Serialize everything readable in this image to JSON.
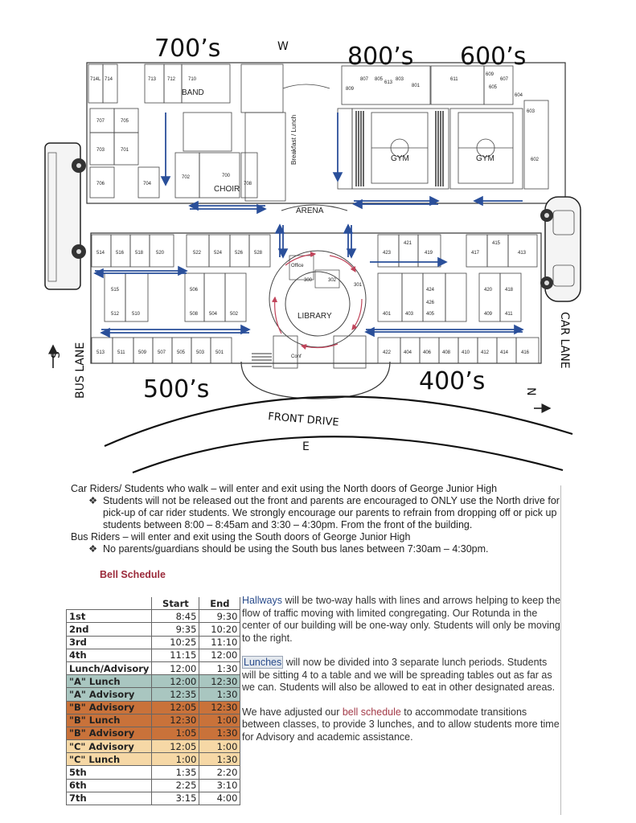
{
  "map": {
    "wing_labels": {
      "w700": "700’s",
      "w800": "800’s",
      "w600": "600’s",
      "w500": "500’s",
      "w400": "400’s"
    },
    "compass": {
      "west": "W",
      "east": "E",
      "south": "S",
      "north": "N"
    },
    "lanes": {
      "bus": "BUS LANE",
      "car": "CAR LANE",
      "front": "FRONT DRIVE"
    },
    "areas": {
      "band": "BAND",
      "choir": "CHOIR",
      "gym1": "GYM",
      "gym2": "GYM",
      "arena": "ARENA",
      "library": "LIBRARY",
      "breakfast": "Breakfast / Lunch"
    },
    "rooms_top_left": [
      "714L",
      "714",
      "713",
      "712",
      "710",
      "707",
      "705",
      "703",
      "701",
      "706",
      "704",
      "702",
      "700",
      "708"
    ],
    "rooms_mid_left": [
      "514",
      "516",
      "518",
      "520",
      "522",
      "524",
      "526",
      "528"
    ],
    "rooms_lower_left": [
      "515",
      "512",
      "510",
      "508",
      "506",
      "504",
      "502"
    ],
    "rooms_bottom_left": [
      "513",
      "511",
      "509",
      "507",
      "505",
      "503",
      "501"
    ],
    "rooms_mid_right": [
      "423",
      "421",
      "419",
      "417",
      "415",
      "413"
    ],
    "rooms_lower_right": [
      "424",
      "409",
      "426",
      "405",
      "403",
      "401",
      "418",
      "411",
      "420"
    ],
    "rooms_bottom_right": [
      "422",
      "404",
      "406",
      "408",
      "410",
      "412",
      "414",
      "416"
    ],
    "rooms_top_right": [
      "809",
      "807",
      "805",
      "803",
      "801",
      "613",
      "611",
      "609",
      "607",
      "605",
      "604",
      "603",
      "602"
    ],
    "center_rooms": [
      "302",
      "300",
      "301",
      "Office",
      "Conf"
    ]
  },
  "notes": {
    "car_header": "Car Riders/ Students who walk – will enter and exit using the North doors of George Junior High",
    "car_bullet": "Students will not be released out the front and parents are encouraged to ONLY use the North drive for pick-up of car rider students. We strongly encourage our parents to refrain from dropping off or pick up students between 8:00 – 8:45am and 3:30 – 4:30pm. From the front of the building.",
    "bus_header": "Bus Riders – will enter and exit using the South doors of George Junior High",
    "bus_bullet": "No parents/guardians should be using the South bus lanes between 7:30am – 4:30pm."
  },
  "bell_schedule": {
    "title": "Bell Schedule",
    "headers": {
      "start": "Start",
      "end": "End"
    },
    "rows": [
      {
        "name": "1st",
        "start": "8:45",
        "end": "9:30",
        "color": "#ffffff"
      },
      {
        "name": "2nd",
        "start": "9:35",
        "end": "10:20",
        "color": "#ffffff"
      },
      {
        "name": "3rd",
        "start": "10:25",
        "end": "11:10",
        "color": "#ffffff"
      },
      {
        "name": "4th",
        "start": "11:15",
        "end": "12:00",
        "color": "#ffffff"
      },
      {
        "name": "Lunch/Advisory",
        "start": "12:00",
        "end": "1:30",
        "color": "#ffffff"
      },
      {
        "name": "\"A\" Lunch",
        "start": "12:00",
        "end": "12:30",
        "color": "#a9c6c0"
      },
      {
        "name": "\"A\" Advisory",
        "start": "12:35",
        "end": "1:30",
        "color": "#a9c6c0"
      },
      {
        "name": "\"B\" Advisory",
        "start": "12:05",
        "end": "12:30",
        "color": "#c9723a"
      },
      {
        "name": "\"B\" Lunch",
        "start": "12:30",
        "end": "1:00",
        "color": "#c9723a"
      },
      {
        "name": "\"B\" Advisory",
        "start": "1:05",
        "end": "1:30",
        "color": "#c9723a"
      },
      {
        "name": "\"C\" Advisory",
        "start": "12:05",
        "end": "1:00",
        "color": "#f6d8a6"
      },
      {
        "name": "\"C\" Lunch",
        "start": "1:00",
        "end": "1:30",
        "color": "#f6d8a6"
      },
      {
        "name": "5th",
        "start": "1:35",
        "end": "2:20",
        "color": "#ffffff"
      },
      {
        "name": "6th",
        "start": "2:25",
        "end": "3:10",
        "color": "#ffffff"
      },
      {
        "name": "7th",
        "start": "3:15",
        "end": "4:00",
        "color": "#ffffff"
      }
    ]
  },
  "info": {
    "hallways_word": "Hallways",
    "hallways_text": " will be two-way halls with lines and arrows helping to keep the flow of traffic moving with limited congregating. Our Rotunda in the center of our building will be one-way only. Students will only be moving to the right.",
    "lunches_word": "Lunches",
    "lunches_text": " will now be divided into 3 separate lunch periods. Students will be sitting 4 to a table and we will be spreading tables out as far as we can. Students will also be allowed to eat in other designated areas.",
    "bell_pre": "We have adjusted our ",
    "bell_word": "bell schedule",
    "bell_post": " to accommodate transitions between classes, to provide 3 lunches, and to allow students more time for Advisory and academic assistance."
  }
}
